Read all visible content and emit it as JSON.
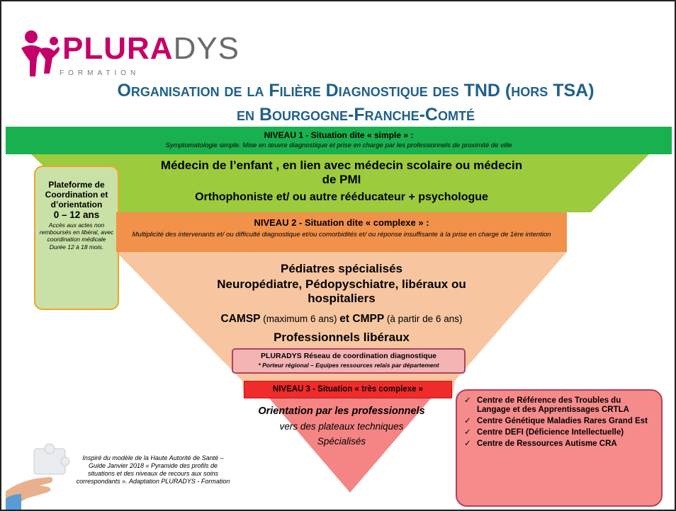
{
  "logo": {
    "brand_bold": "PLURA",
    "brand_light": "DYS",
    "subtitle": "FORMATION"
  },
  "title": {
    "line1": "Organisation de la Filière Diagnostique des TND (hors TSA)",
    "line2": "en Bourgogne-Franche-Comté"
  },
  "niveau1": {
    "heading": "NIVEAU 1  - Situation dite « simple » :",
    "description": "Symptomatologie simple. Mise en œuvre diagnostique et prise en charge par les professionnels de proximité de ville",
    "color": "#19b14f"
  },
  "niveau1_content": {
    "line1": "Médecin de l’enfant , en lien avec médecin scolaire ou médecin de PMI",
    "line2": "Orthophoniste et/ ou autre rééducateur + psychologue"
  },
  "niveau2": {
    "heading": "NIVEAU 2  - Situation dite « complexe » :",
    "description": "Multiplicité des intervenants et/ ou difficulté diagnostique et/ou comorbidités et/ ou réponse insuffisante à la prise en charge de 1ère intention",
    "color": "#f1914a"
  },
  "niveau2_content": {
    "line1": "Pédiatres spécialisés",
    "line2": "Neuropédiatre, Pédopyschiatre, libéraux ou hospitaliers",
    "camsp": "CAMSP",
    "camsp_note": " (maximum 6  ans) ",
    "cmpp": "et CMPP",
    "cmpp_note": " (à partir de 6 ans)",
    "line4": "Professionnels libéraux"
  },
  "pluradys_box": {
    "heading": "PLURADYS  Réseau de coordination diagnostique",
    "sub": "* Porteur régional – Equipes ressources relais par département"
  },
  "niveau3": {
    "heading": "NIVEAU 3  - Situation « très complexe »",
    "color": "#f02b2b"
  },
  "niveau3_content": {
    "line1": "Orientation par les professionnels",
    "line2": "vers des plateaux techniques",
    "line3": "Spécialisés"
  },
  "plateforme": {
    "title": "Plateforme de Coordination et d’orientation",
    "ages": "0 – 12 ans",
    "note": "Accès aux actes non remboursés en libéral, avec coordination médicale",
    "duree": "Durée 12 à 18 mois."
  },
  "centres": {
    "check": "✓",
    "items": [
      "Centre de Référence des Troubles du Langage et des Apprentissages CRTLA",
      "Centre Génétique Maladies Rares Grand Est",
      "Centre DEFI (Déficience Intellectuelle)",
      "Centre de Ressources Autisme CRA"
    ]
  },
  "credit": "Inspiré du modèle de la Haute Autorité de Santé – Guide Janvier 2018 « Pyramide des profils de situations et des niveaux de recours aux soins correspondants ». Adaptation PLURADYS - Formation",
  "colors": {
    "title": "#1f5f8b",
    "brand": "#c4006a"
  }
}
